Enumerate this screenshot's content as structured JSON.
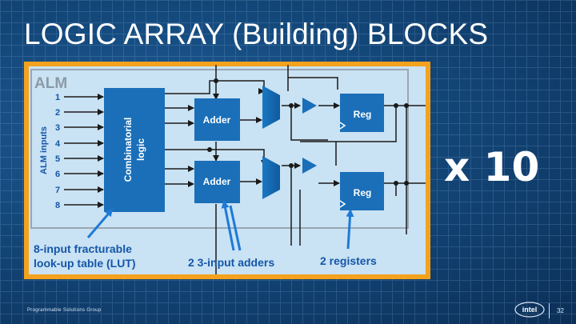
{
  "slide": {
    "title": "LOGIC ARRAY (Building) BLOCKS",
    "multiplier": "x 10",
    "footer": "Programmable Solutions Group",
    "page_number": "32",
    "logo_text": "intel"
  },
  "diagram": {
    "alm_label": "ALM",
    "inputs_label": "ALM inputs",
    "input_numbers": [
      "1",
      "2",
      "3",
      "4",
      "5",
      "6",
      "7",
      "8"
    ],
    "lut_label_line1": "Combinatorial",
    "lut_label_line2": "logic",
    "adder_top": "Adder",
    "adder_bottom": "Adder",
    "reg_top": "Reg",
    "reg_bottom": "Reg",
    "caption_lut_line1": "8-input fracturable",
    "caption_lut_line2": "look-up table (LUT)",
    "caption_adders": "2 3-input adders",
    "caption_registers": "2 registers"
  },
  "colors": {
    "orange_frame": "#f4a21d",
    "block_blue": "#1a6fb8",
    "callout_blue": "#1556a8",
    "inner_bg": "#c9e2f4",
    "title_white": "#ffffff"
  }
}
